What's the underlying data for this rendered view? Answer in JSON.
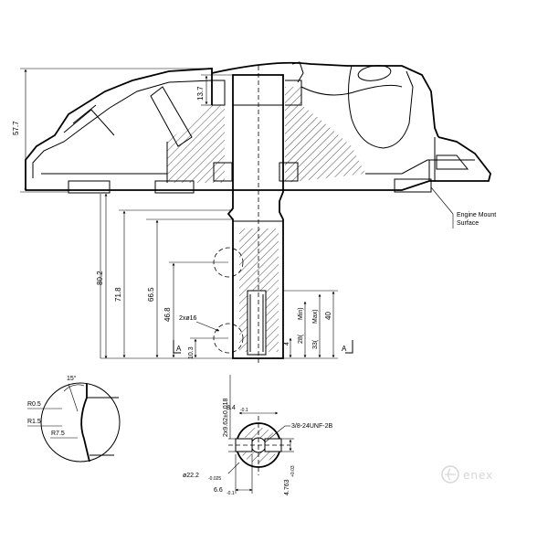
{
  "drawing": {
    "dims": {
      "overall_height": "57.7",
      "top_boss": "13.7",
      "d80": "80.2",
      "d71": "71.8",
      "d66": "66.5",
      "d46": "46.8",
      "d10": "10.3",
      "d40": "40",
      "d33": "33(",
      "d33b": "Max)",
      "d28": "28(",
      "d28b": "Min)",
      "d4": "4",
      "holes": "2xø16"
    },
    "section_a_left": "A",
    "section_a_right": "A",
    "engine_mount": {
      "line1": "Engine Mount",
      "line2": "Surface"
    },
    "detail": {
      "angle": "15°",
      "r05": "R0.5",
      "r15": "R1.5",
      "r75": "R7.5"
    },
    "section": {
      "slot_width": "2x9.62±0.018",
      "key_width": "8.4",
      "key_tol": "-0.1",
      "thread": "3/8-24UNF-2B",
      "dia": "ø22.2",
      "dia_tol": "-0.025",
      "bottom": "6.6",
      "bottom_tol": "-0.1",
      "depth": "4.763",
      "depth_tol": "+0.03"
    },
    "watermark": "enex"
  }
}
